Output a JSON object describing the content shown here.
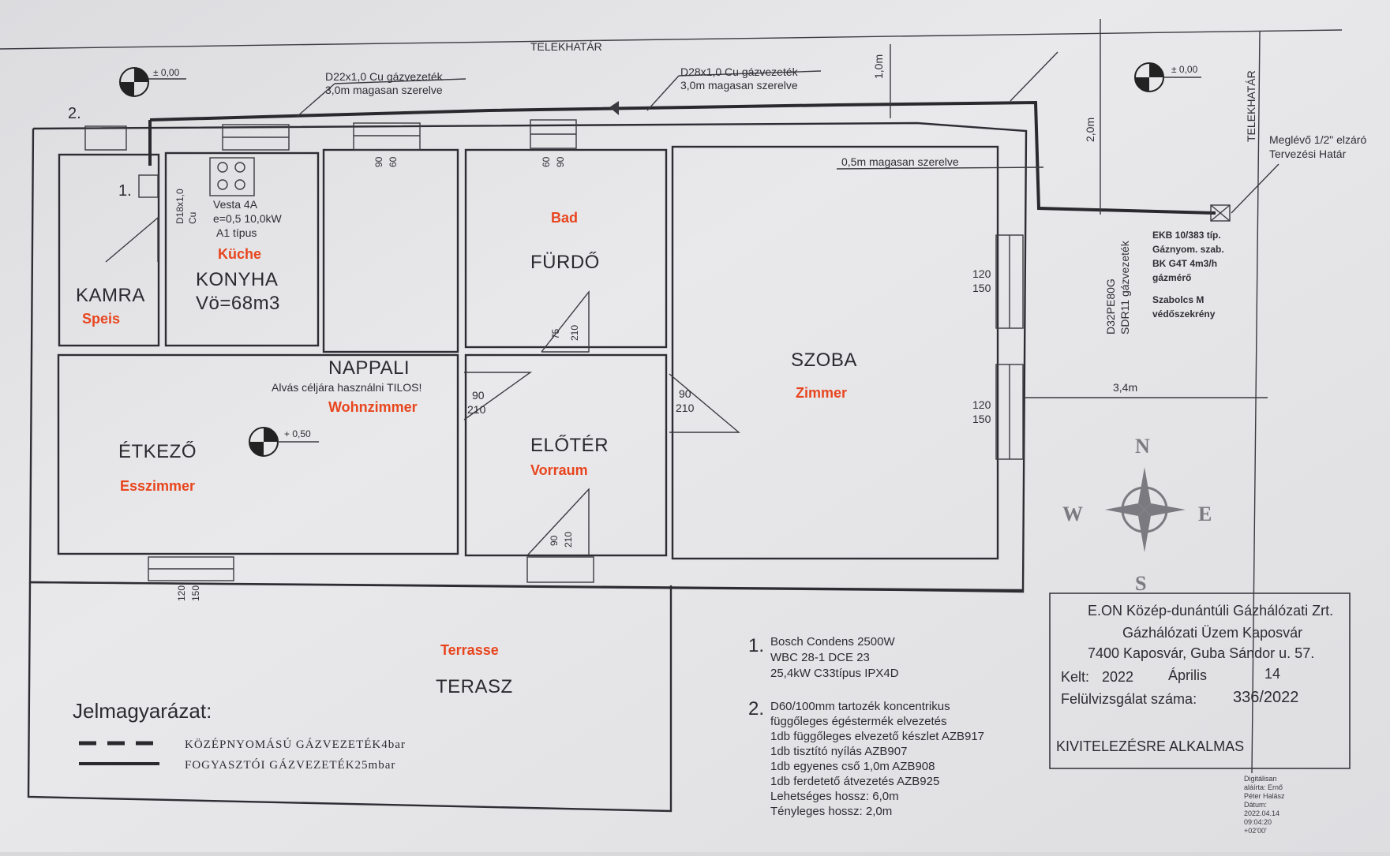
{
  "boundary": {
    "top": "TELEKHATÁR",
    "right": "TELEKHATÁR"
  },
  "levels": {
    "left": "± 0,00",
    "right": "± 0,00",
    "dining": "+ 0,50"
  },
  "pipes": {
    "pipe1_line1": "D22x1,0 Cu gázvezeték",
    "pipe1_line2": "3,0m magasan szerelve",
    "pipe2_line1": "D28x1,0 Cu gázvezeték",
    "pipe2_line2": "3,0m magasan szerelve",
    "room_pipe": "0,5m magasan szerelve",
    "vertical_cu": "D18x1,0",
    "vertical_cu2": "Cu",
    "pe_line1": "D32PE80G",
    "pe_line2": "SDR11 gázvezeték"
  },
  "dimensions": {
    "d_1m": "1,0m",
    "d_2m": "2,0m",
    "d_34": "3,4m",
    "w1": "120",
    "w2": "150",
    "w3": "120",
    "w4": "150",
    "door_90": "90",
    "door_210": "210",
    "door_75": "75",
    "win_90": "90",
    "win_60": "60",
    "bottom_120": "120",
    "bottom_150": "150"
  },
  "markers": {
    "one": "1.",
    "two": "2."
  },
  "meter": {
    "existing_1": "Meglévő 1/2\" elzáró",
    "existing_2": "Tervezési Határ",
    "box_1": "EKB 10/383 típ.",
    "box_2": "Gáznyom. szab.",
    "box_3": "BK G4T 4m3/h",
    "box_4": "gázmérő",
    "box_5": "Szabolcs M",
    "box_6": "védőszekrény"
  },
  "rooms": {
    "kamra": "KAMRA",
    "kamra_de": "Speis",
    "konyha": "KONYHA",
    "konyha_vol": "Vö=68m3",
    "konyha_de": "Küche",
    "stove_1": "Vesta 4A",
    "stove_2": "e=0,5  10,0kW",
    "stove_3": "A1 típus",
    "furdo": "FÜRDŐ",
    "furdo_de": "Bad",
    "szoba": "SZOBA",
    "szoba_de": "Zimmer",
    "nappali": "NAPPALI",
    "nappali_note": "Alvás céljára használni TILOS!",
    "nappali_de": "Wohnzimmer",
    "etkezo": "ÉTKEZŐ",
    "etkezo_de": "Esszimmer",
    "eloter": "ELŐTÉR",
    "eloter_de": "Vorraum",
    "terasz": "TERASZ",
    "terasz_de": "Terrasse"
  },
  "compass": {
    "n": "N",
    "s": "S",
    "e": "E",
    "w": "W"
  },
  "notes": {
    "n1": "1.",
    "n1_l1": "Bosch Condens 2500W",
    "n1_l2": "WBC 28-1 DCE 23",
    "n1_l3": "25,4kW C33típus IPX4D",
    "n2": "2.",
    "n2_l1": "D60/100mm tartozék koncentrikus",
    "n2_l2": "függőleges égéstermék elvezetés",
    "n2_l3": "1db függőleges elvezető készlet AZB917",
    "n2_l4": "1db tisztító nyílás AZB907",
    "n2_l5": "1db egyenes cső 1,0m AZB908",
    "n2_l6": "1db ferdetető átvezetés AZB925",
    "n2_l7": "Lehetséges hossz: 6,0m",
    "n2_l8": "Tényleges hossz: 2,0m"
  },
  "legend": {
    "title": "Jelmagyarázat:",
    "item1": "KÖZÉPNYOMÁSÚ GÁZVEZETÉK4bar",
    "item2": "FOGYASZTÓI GÁZVEZETÉK25mbar"
  },
  "stamp": {
    "l1": "E.ON Közép-dunántúli Gázhálózati Zrt.",
    "l2": "Gázhálózati Üzem Kaposvár",
    "l3": "7400 Kaposvár, Guba Sándor u. 57.",
    "kelt": "Kelt:",
    "year": "2022",
    "month": "Április",
    "day": "14",
    "review": "Felülvizsgálat száma:",
    "number": "336/2022",
    "approved": "KIVITELEZÉSRE ALKALMAS"
  },
  "signature": {
    "l1": "Digitálisan",
    "l2": "aláírta: Ernő",
    "l3": "Péter Halász",
    "l4": "Dátum:",
    "l5": "2022.04.14",
    "l6": "09:04:20",
    "l7": "+02'00'"
  },
  "colors": {
    "paper": "#e6e6e8",
    "ink": "#2d2d33",
    "german_label": "#e8451e"
  }
}
